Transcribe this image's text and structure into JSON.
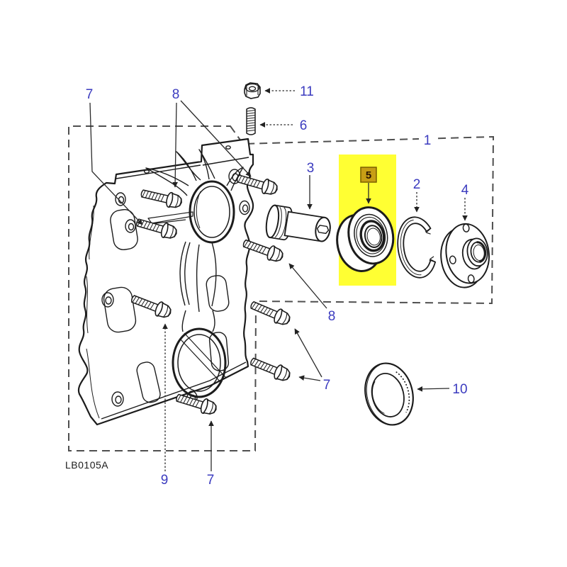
{
  "diagram": {
    "drawing_code": "LB0105A",
    "type": "exploded-parts-diagram",
    "highlighted_callout": "5",
    "callouts": [
      {
        "label": "7",
        "position": "top-left",
        "target": "flanged bolt upper-left"
      },
      {
        "label": "8",
        "position": "top",
        "target": "flanged bolts upper area"
      },
      {
        "label": "11",
        "position": "top-right",
        "target": "hex nut"
      },
      {
        "label": "6",
        "position": "top-right",
        "target": "threaded stud"
      },
      {
        "label": "1",
        "position": "kit-box-top",
        "target": "dashed kit boundary"
      },
      {
        "label": "3",
        "position": "center",
        "target": "spindle"
      },
      {
        "label": "5",
        "position": "highlighted-badge",
        "target": "bearing (highlighted)"
      },
      {
        "label": "2",
        "position": "right",
        "target": "circlip"
      },
      {
        "label": "4",
        "position": "right",
        "target": "hub flange"
      },
      {
        "label": "8",
        "position": "center-right",
        "target": "flanged bolt mid"
      },
      {
        "label": "7",
        "position": "center-right",
        "target": "flanged bolts mid-right"
      },
      {
        "label": "10",
        "position": "bottom-right",
        "target": "oil seal"
      },
      {
        "label": "9",
        "position": "bottom",
        "target": "bolt on cover face"
      },
      {
        "label": "7",
        "position": "bottom",
        "target": "flanged bolt bottom"
      }
    ],
    "colors": {
      "callout_text": "#3b3bbf",
      "highlight_fill": "#ffff33",
      "badge_fill": "#c79e15",
      "badge_border": "#7a5f00",
      "badge_text": "#2b1500",
      "line_art": "#1c1c1c",
      "dashed_box": "#4f4f4f",
      "background": "#ffffff"
    }
  }
}
